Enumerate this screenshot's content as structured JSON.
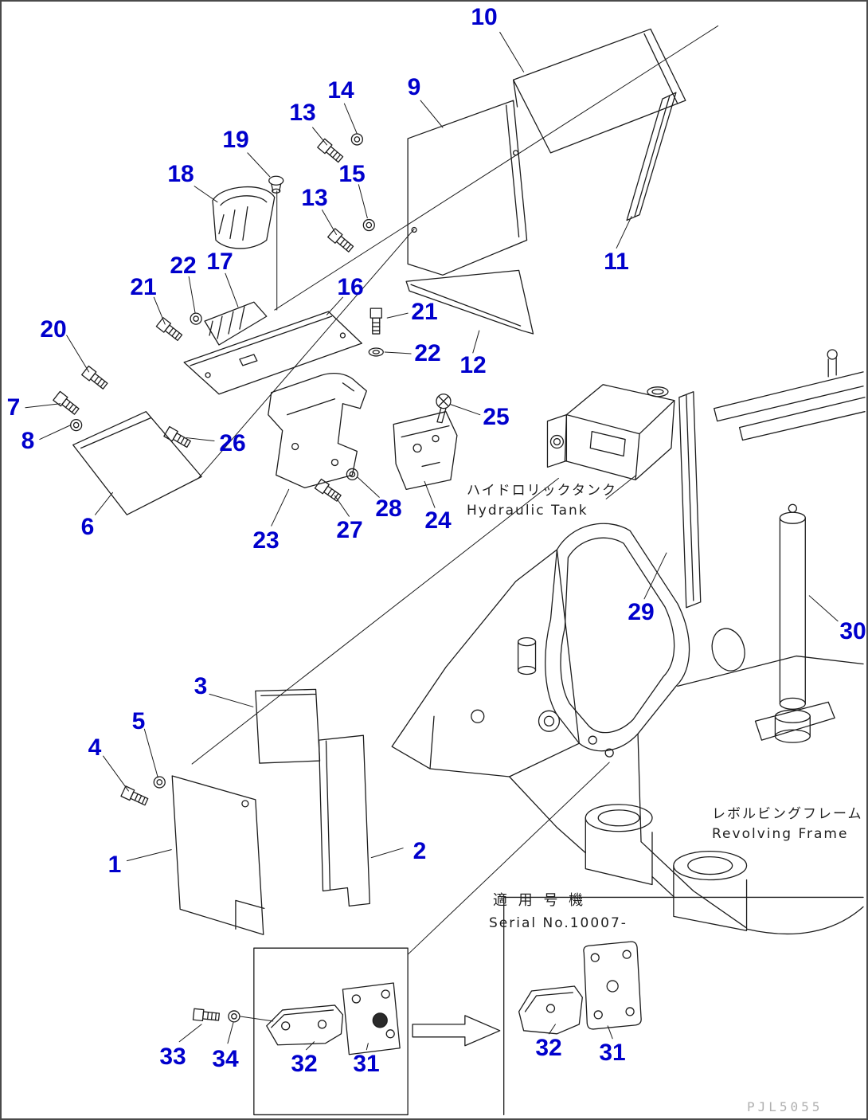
{
  "colors": {
    "callout": "#0000cc",
    "line": "#1c1c1c",
    "doc_code": "#b0b0b0"
  },
  "labels": {
    "hydraulic_tank_jp": "ハイドロリックタンク",
    "hydraulic_tank_en": "Hydraulic Tank",
    "revolving_frame_jp": "レボルビングフレーム",
    "revolving_frame_en": "Revolving Frame",
    "serial_jp": "適 用 号 機",
    "serial_en": "Serial No.10007-",
    "doc_code": "PJL5055"
  },
  "callouts": [
    {
      "n": "10"
    },
    {
      "n": "14"
    },
    {
      "n": "9"
    },
    {
      "n": "13"
    },
    {
      "n": "19"
    },
    {
      "n": "18"
    },
    {
      "n": "15"
    },
    {
      "n": "13"
    },
    {
      "n": "11"
    },
    {
      "n": "22"
    },
    {
      "n": "17"
    },
    {
      "n": "21"
    },
    {
      "n": "16"
    },
    {
      "n": "21"
    },
    {
      "n": "20"
    },
    {
      "n": "22"
    },
    {
      "n": "12"
    },
    {
      "n": "7"
    },
    {
      "n": "25"
    },
    {
      "n": "8"
    },
    {
      "n": "26"
    },
    {
      "n": "6"
    },
    {
      "n": "23"
    },
    {
      "n": "27"
    },
    {
      "n": "28"
    },
    {
      "n": "24"
    },
    {
      "n": "29"
    },
    {
      "n": "30"
    },
    {
      "n": "3"
    },
    {
      "n": "5"
    },
    {
      "n": "4"
    },
    {
      "n": "1"
    },
    {
      "n": "2"
    },
    {
      "n": "33"
    },
    {
      "n": "34"
    },
    {
      "n": "32"
    },
    {
      "n": "31"
    },
    {
      "n": "32"
    },
    {
      "n": "31"
    }
  ]
}
